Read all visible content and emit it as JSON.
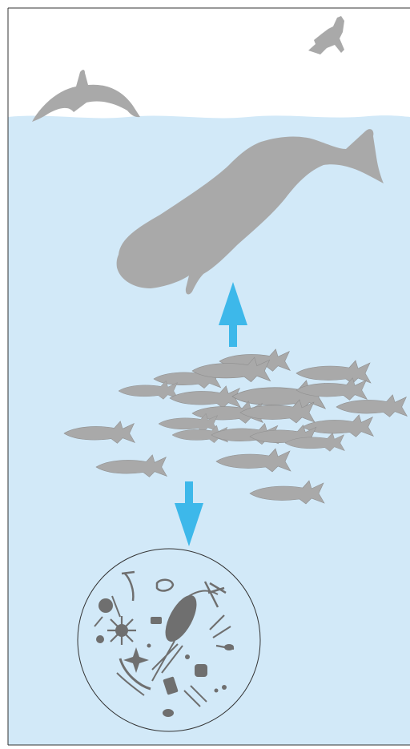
{
  "colors": {
    "sky": "#ffffff",
    "water": "#d2e9f8",
    "silhouette": "#a9a9a9",
    "silhouette_outline": "#8f8f8f",
    "plankton": "#6f6f6f",
    "arrow": "#3db8ea",
    "frame": "#333333"
  },
  "food_chain": {
    "apex_predator": "sperm-whale",
    "surface_predators": [
      "dolphin",
      "seabird"
    ],
    "forage_fish": "fish-school",
    "base": "plankton",
    "arrows": [
      {
        "name": "arrow-up-to-whale",
        "direction": "up"
      },
      {
        "name": "arrow-down-to-plankton",
        "direction": "down"
      }
    ]
  }
}
